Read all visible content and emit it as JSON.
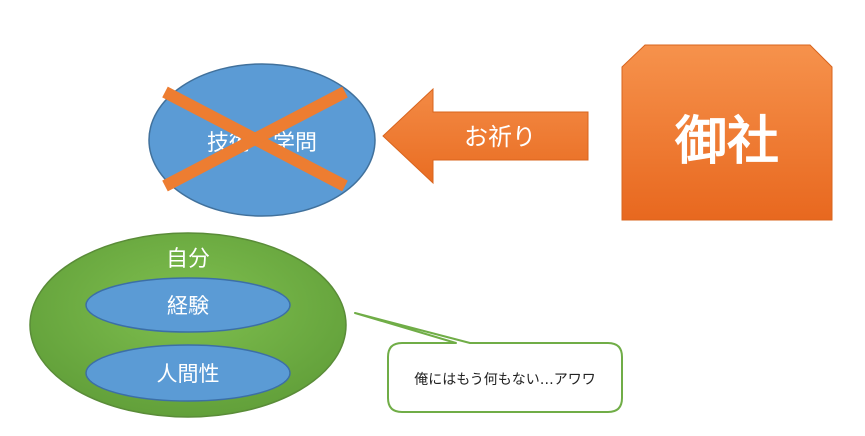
{
  "diagram": {
    "tech_ellipse_label": "技術・学問",
    "arrow_label": "お祈り",
    "company_label": "御社",
    "self_label": "自分",
    "experience_label": "経験",
    "humanity_label": "人間性",
    "speech_bubble_text": "俺にはもう何もない…アワワ"
  },
  "colors": {
    "blue_fill": "#5b9bd5",
    "blue_stroke": "#3c6fa6",
    "orange_fill": "#f07a2e",
    "orange_cross": "#ed7d31",
    "green_fill": "#70ad47",
    "green_stroke": "#5a8c38",
    "bubble_stroke": "#70ad47"
  }
}
